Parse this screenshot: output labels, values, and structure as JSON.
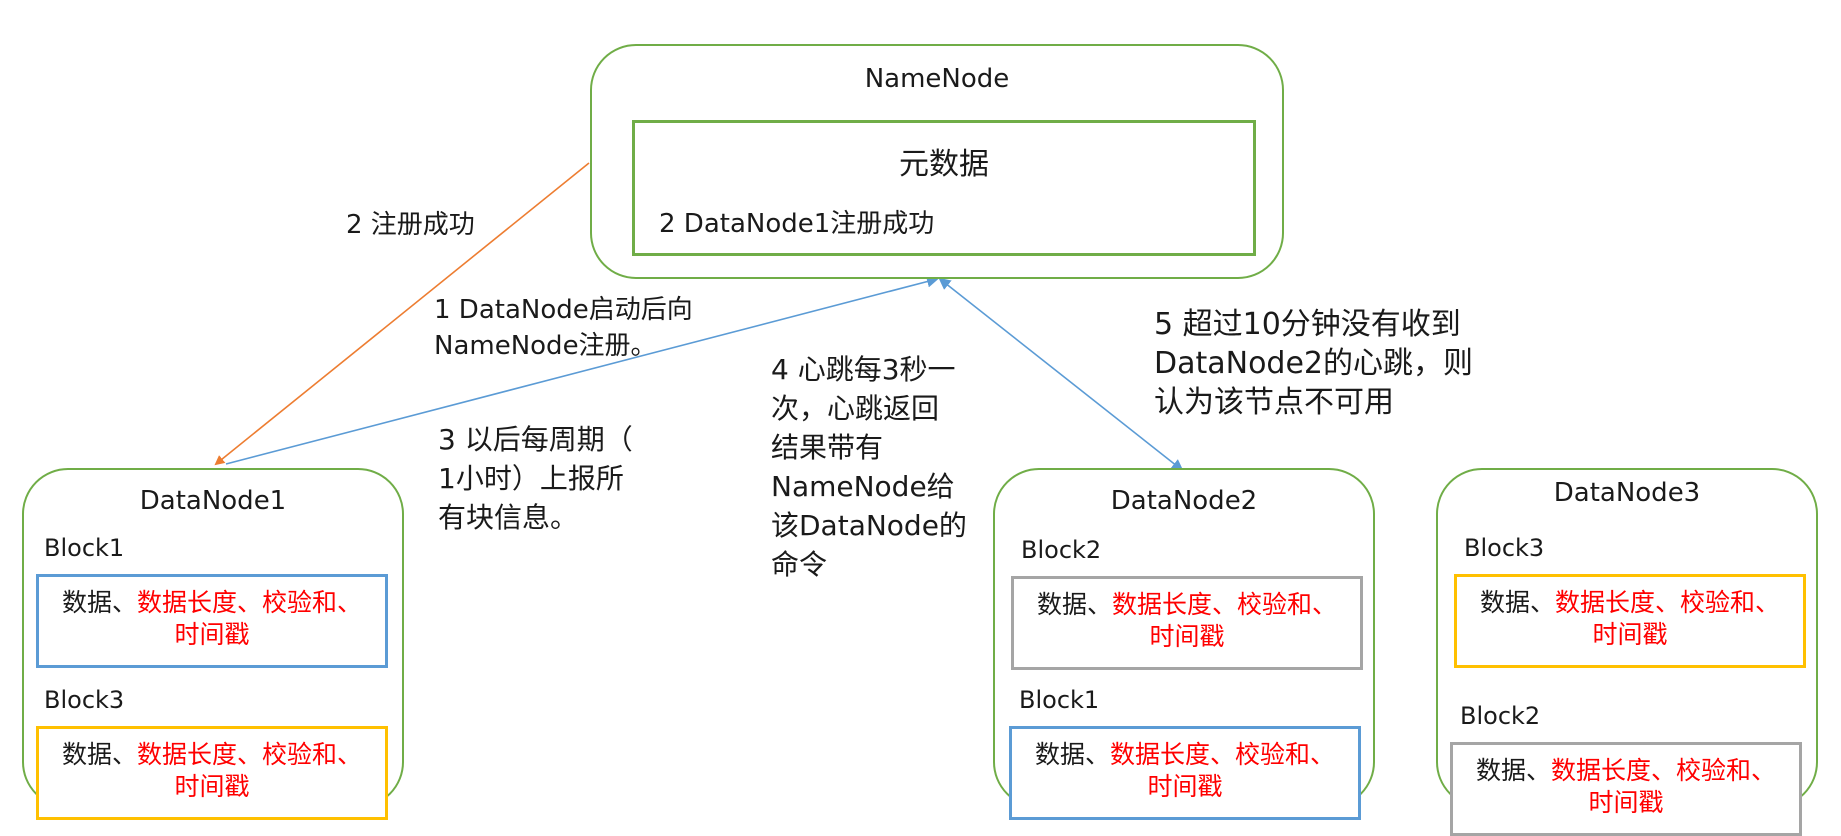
{
  "colors": {
    "node_border": "#70ad47",
    "arrow_orange": "#ed7d31",
    "arrow_blue": "#5b9bd5",
    "box_blue": "#5b9bd5",
    "box_gold": "#ffc000",
    "box_gray": "#a5a5a5",
    "highlight_red": "#ff0000"
  },
  "namenode": {
    "title": "NameNode",
    "metadata_title": "元数据",
    "metadata_entry": "2 DataNode1注册成功"
  },
  "annotations": {
    "register_success": "2 注册成功",
    "startup_register": [
      "1 DataNode启动后向",
      "NameNode注册。"
    ],
    "periodic_report": [
      "3 以后每周期（",
      "1小时）上报所",
      "有块信息。"
    ],
    "heartbeat": [
      "4 心跳每3秒一",
      "次，心跳返回",
      "结果带有",
      "NameNode给",
      "该DataNode的",
      "命令"
    ],
    "timeout": [
      "5 超过10分钟没有收到",
      "DataNode2的心跳，则",
      "认为该节点不可用"
    ]
  },
  "block_content": {
    "prefix": "数据、",
    "highlight": "数据长度、校验和、",
    "suffix": "时间戳"
  },
  "datanodes": [
    {
      "title": "DataNode1",
      "blocks": [
        {
          "label": "Block1",
          "color": "blue"
        },
        {
          "label": "Block3",
          "color": "gold"
        }
      ]
    },
    {
      "title": "DataNode2",
      "blocks": [
        {
          "label": "Block2",
          "color": "gray"
        },
        {
          "label": "Block1",
          "color": "blue"
        }
      ]
    },
    {
      "title": "DataNode3",
      "blocks": [
        {
          "label": "Block3",
          "color": "gold"
        },
        {
          "label": "Block2",
          "color": "gray"
        }
      ]
    }
  ]
}
